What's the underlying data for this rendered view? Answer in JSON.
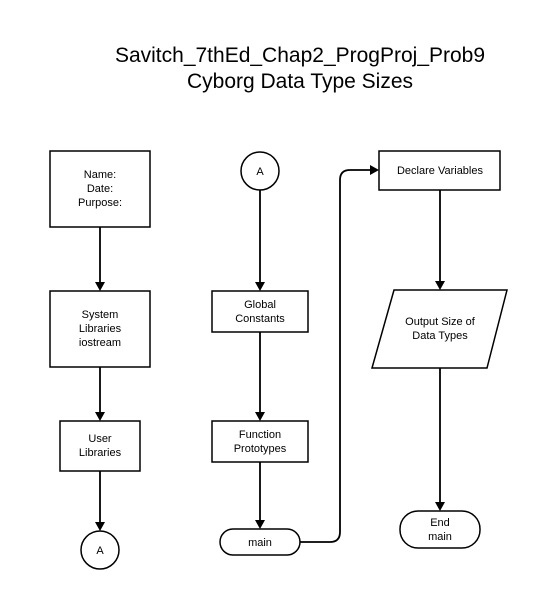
{
  "title": {
    "line1": "Savitch_7thEd_Chap2_ProgProj_Prob9",
    "line2": "Cyborg Data Type Sizes"
  },
  "nodes": {
    "header": {
      "lines": [
        "Name:",
        "Date:",
        "Purpose:"
      ]
    },
    "system_libraries": {
      "lines": [
        "System",
        "Libraries",
        "iostream"
      ]
    },
    "user_libraries": {
      "lines": [
        "User",
        "Libraries"
      ]
    },
    "connector_out": {
      "label": "A"
    },
    "connector_in": {
      "label": "A"
    },
    "global_constants": {
      "lines": [
        "Global",
        "Constants"
      ]
    },
    "function_prototypes": {
      "lines": [
        "Function",
        "Prototypes"
      ]
    },
    "main_start": {
      "label": "main"
    },
    "declare_variables": {
      "label": "Declare Variables"
    },
    "output_sizes": {
      "lines": [
        "Output Size of",
        "Data Types"
      ]
    },
    "end_main": {
      "lines": [
        "End",
        "main"
      ]
    }
  }
}
